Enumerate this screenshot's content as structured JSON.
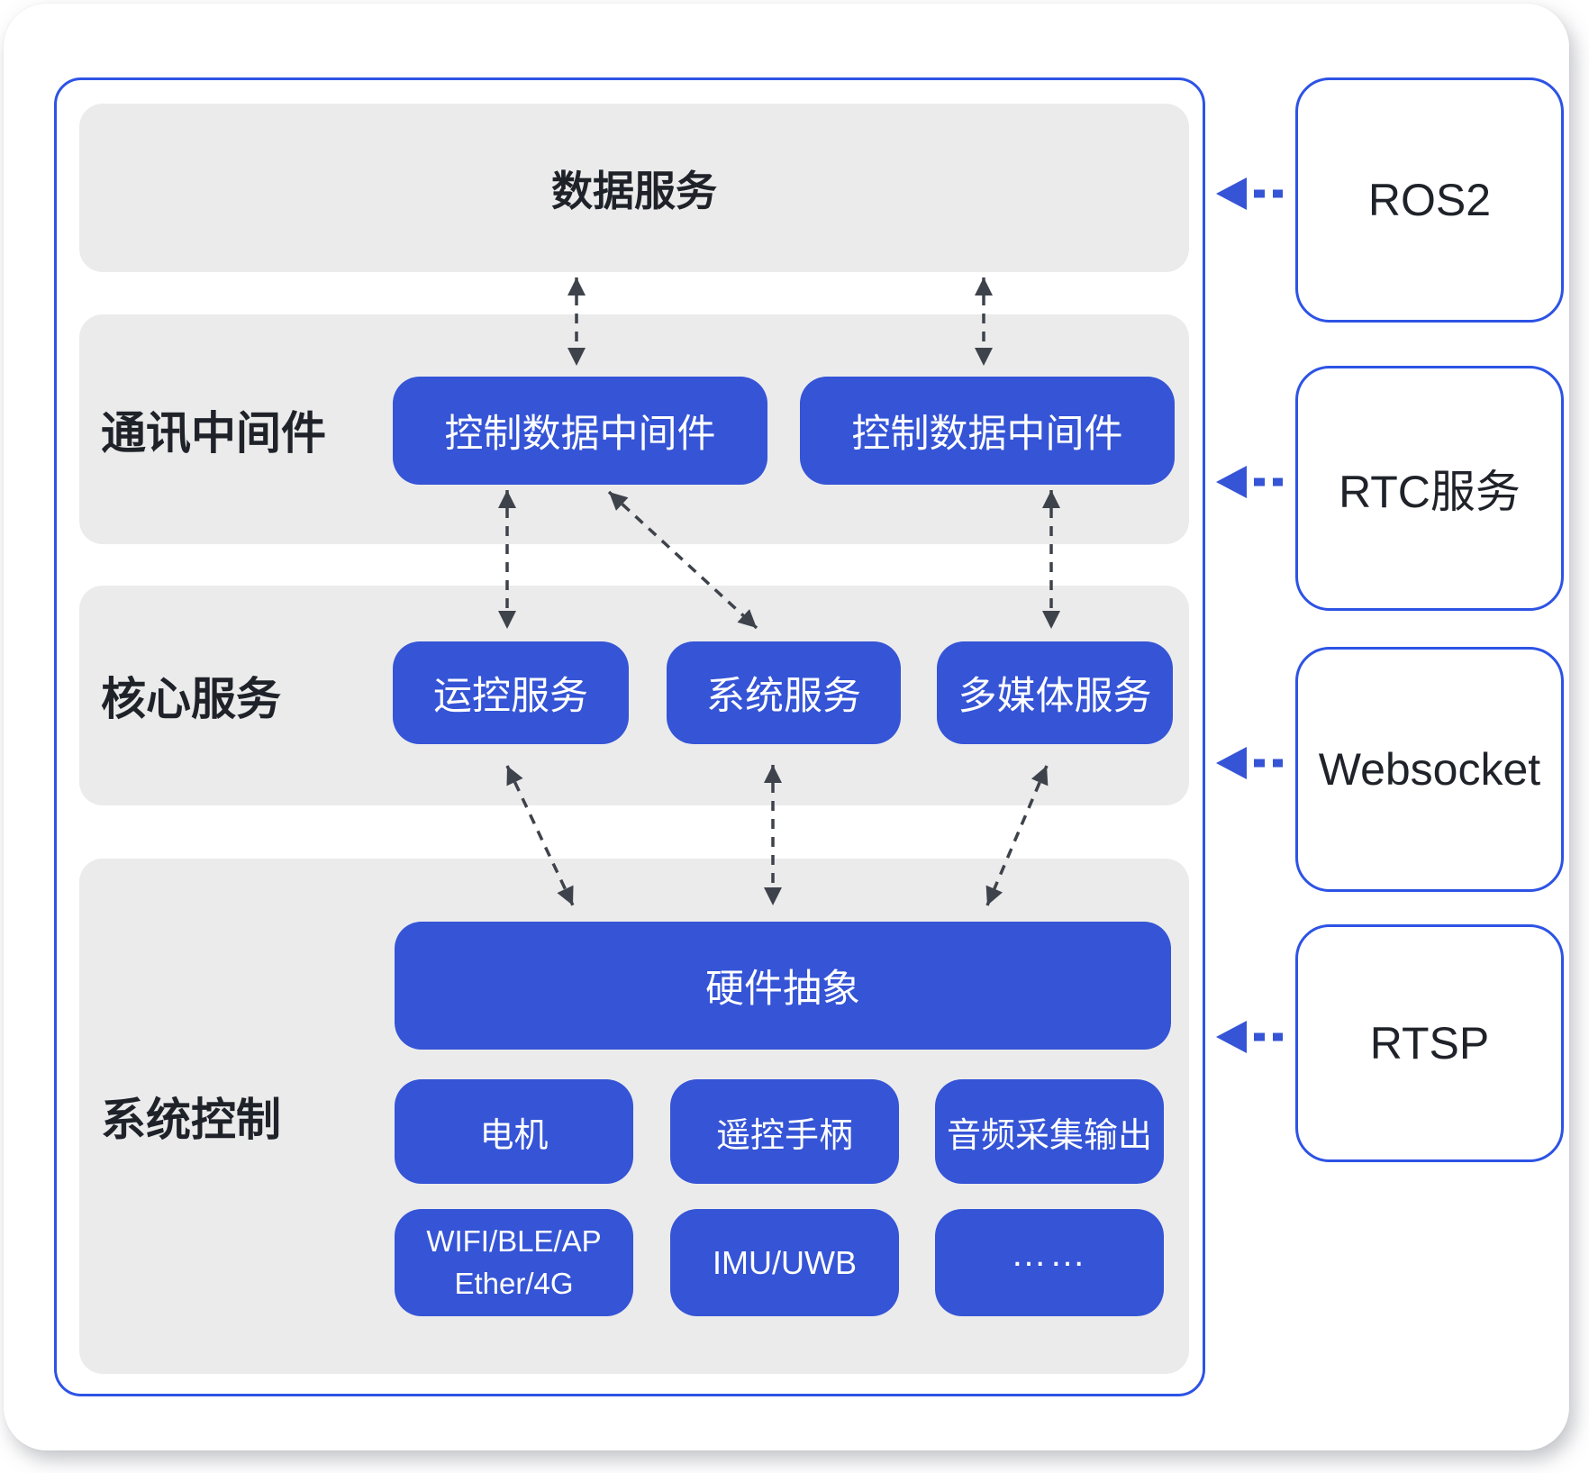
{
  "layers": {
    "data_service": {
      "title": "数据服务"
    },
    "middleware": {
      "label": "通讯中间件",
      "boxes": [
        "控制数据中间件",
        "控制数据中间件"
      ]
    },
    "core": {
      "label": "核心服务",
      "boxes": [
        "运控服务",
        "系统服务",
        "多媒体服务"
      ]
    },
    "system": {
      "label": "系统控制",
      "hal": "硬件抽象",
      "devices": [
        "电机",
        "遥控手柄",
        "音频采集输出"
      ],
      "interfaces": [
        {
          "line1": "WIFI/BLE/AP",
          "line2": "Ether/4G"
        },
        {
          "line1": "IMU/UWB"
        },
        {
          "line1": "……"
        }
      ]
    }
  },
  "external": [
    "ROS2",
    "RTC服务",
    "Websocket",
    "RTSP"
  ],
  "colors": {
    "accent_blue_border": "#2D53E5",
    "box_blue_fill": "#3554D6",
    "band_gray": "#EBEBEC",
    "text_dark": "#1F2329",
    "connector_dark": "#3E434B",
    "card_white": "#FFFFFF"
  }
}
